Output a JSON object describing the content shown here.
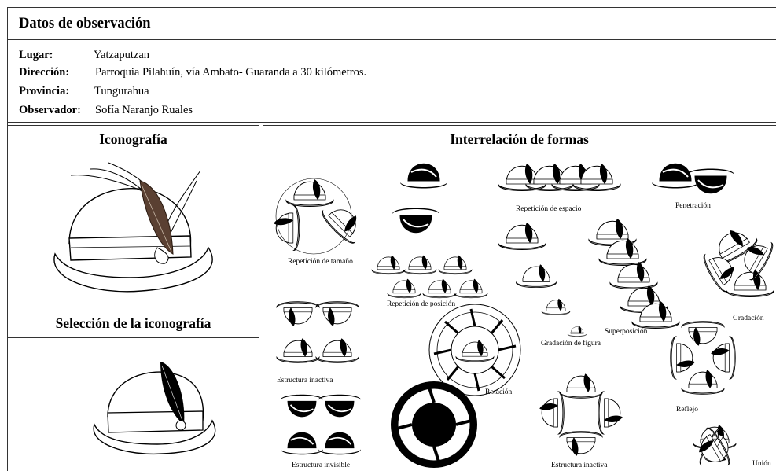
{
  "header": {
    "title": "Datos de observación"
  },
  "info": [
    {
      "key": "Lugar:",
      "value": "Yatzaputzan"
    },
    {
      "key": "Dirección:",
      "value": "Parroquia Pilahuín,  vía Ambato- Guaranda a  30 kilómetros."
    },
    {
      "key": "Provincia:",
      "value": "Tungurahua"
    },
    {
      "key": "Observador:",
      "value": "Sofía Naranjo Ruales"
    }
  ],
  "sections": {
    "iconografia": "Iconografía",
    "seleccion": "Selección de la iconografía",
    "interrelacion": "Interrelación de formas"
  },
  "labels": {
    "repeticion_tamano": "Repetición de tamaño",
    "repeticion_espacio": "Repetición de espacio",
    "penetracion": "Penetración",
    "repeticion_posicion": "Repetición de posición",
    "estructura_inactiva_1": "Estructura inactiva",
    "superposicion": "Superposición",
    "gradacion": "Gradación",
    "gradacion_figura": "Gradación de figura",
    "rotacion": "Rotación",
    "reflejo": "Reflejo",
    "estructura_invisible": "Estructura invisible",
    "estructura_inactiva_2": "Estructura inactiva",
    "union": "Unión"
  },
  "colors": {
    "feather_brown": "#5a4032",
    "ink": "#000000",
    "line": "#333333"
  }
}
